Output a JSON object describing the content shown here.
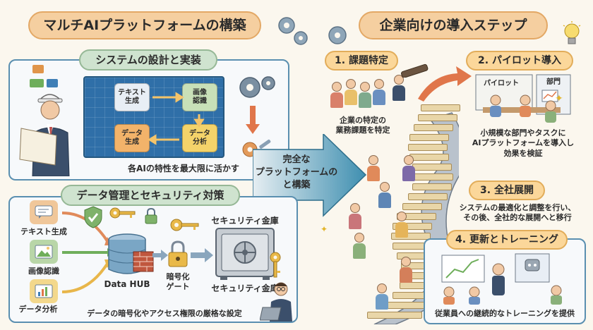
{
  "left_title": "マルチAIプラットフォームの構築",
  "right_title": "企業向けの導入ステップ",
  "design_section": {
    "heading": "システムの設計と実装",
    "modules": [
      "テキスト\n生成",
      "画像\n認識",
      "データ\n生成",
      "データ\n分析"
    ],
    "caption": "各AIの特性を最大限に活かす"
  },
  "center_arrow_text": "完全な\nプラットフォームの\nと構築",
  "security_section": {
    "heading": "データ管理とセキュリティ対策",
    "inputs": [
      "テキスト生成",
      "画像認識",
      "データ分析"
    ],
    "hub_label": "Data HUB",
    "gate_label": "暗号化\nゲート",
    "vault_top_label": "セキュリティ金庫",
    "vault_bottom_label": "セキュリティ金庫",
    "caption": "データの暗号化やアクセス権限の厳格な設定"
  },
  "steps": [
    {
      "label": "1. 課題特定",
      "desc": "企業の特定の\n業務課題を特定"
    },
    {
      "label": "2. パイロット導入",
      "desc": "小規模な部門やタスクに\nAIプラットフォームを導入し\n効果を検証",
      "board_text": "パイロット",
      "board_text2": "部門"
    },
    {
      "label": "3. 全社展開",
      "desc": "システムの最適化と調整を行い、\nその後、全社的な展開へと移行"
    },
    {
      "label": "4. 更新とトレーニング",
      "desc": "従業員への継続的なトレーニングを提供"
    }
  ],
  "colors": {
    "accent_orange": "#f5cfa0",
    "section_green": "#cfe3cf",
    "step_yellow": "#fbd79a",
    "blueprint_blue": "#2f6fa8",
    "arrow_teal": "#3f8fb0"
  }
}
